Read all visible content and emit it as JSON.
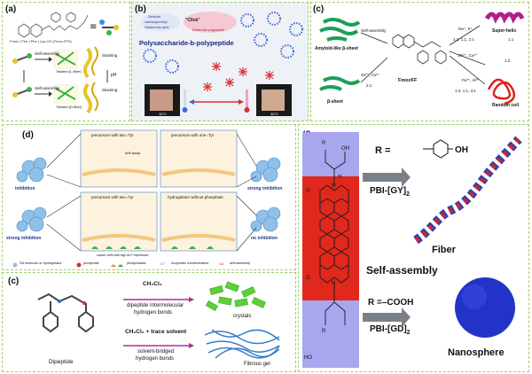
{
  "panel_a": {
    "label": "(a)",
    "chem_caption": "Fmoc | Phe | Phe | Lys-CH (Fmoc-FFK)",
    "row1_left": "Self-assembly",
    "row1_right": "Stacking",
    "row1_sub": "Twisted (L-fiber)",
    "row2_left": "Self-assembly",
    "row2_right": "Stacking",
    "row2_sub": "Twisted (D-fiber)",
    "mid_label": "pH"
  },
  "panel_b": {
    "label": "(b)",
    "title": "Polysaccharide-b-polypeptide",
    "click": "\"Click\"",
    "dextran": "Dextran",
    "carboxy": "carboxymethyl",
    "hyaluronic": "Hyaluronic acid",
    "elastin": "Elastin-like polypeptide",
    "temp_low": "15°C",
    "temp_high": "45°C"
  },
  "panel_c_top": {
    "label": "(c)",
    "center": "FmocFF",
    "amyloid": "Amyloid-like β-sheet",
    "self_assembly": "Self-assembly",
    "beta": "β-sheet",
    "ions1": "Na⁺, K⁺",
    "ratio1": "1:2, 1:1, 2:1",
    "ions2": "Zn²⁺, Cu²⁺",
    "ratio2": "1:2",
    "ions3": "Fe³⁺, Al³⁺",
    "ratio3": "1:3, 1:1, 3:1",
    "zn_left": "Zn²⁺, Cu²⁺",
    "ratio_left": "2:1",
    "superhelix": "Super-helix",
    "random": "Random coil",
    "r_11": "1:1"
  },
  "panel_d": {
    "label": "(d)",
    "box1": "precursors with two ˪Tyr",
    "box2": "precursors with one ˪Tyr",
    "box3": "precursors with two ˪Tyr",
    "box4": "hydrogelator without phosphate",
    "drift": "drift away",
    "cancer": "cancer cells with high ALP expression",
    "inhibition": "inhibition",
    "strong1": "strong inhibition",
    "strong2": "strong inhibition",
    "noinhib": "no inhibition",
    "legend": {
      "sa": "SA molecule or hydrogelator",
      "phosphate": "phosphate",
      "phosphatase": "phosphatase",
      "et": "enzymatic transformation",
      "self": "self-assembly",
      "et_sym": "ET",
      "sa_sym": "SA"
    }
  },
  "panel_e": {
    "label": "(c)",
    "solvent1": "CH₂Cl₂",
    "bond1a": "dipeptide Intermolecular",
    "bond1b": "hydrogen bonds",
    "crystals": "crystals",
    "solvent2": "CH₂Cl₂ + trace solvent",
    "bond2a": "solvent-bridged",
    "bond2b": "hydrogen bonds",
    "gel": "Fibrous gel",
    "dipeptide": "Dipeptide"
  },
  "panel_f": {
    "label": "(f)",
    "r1": "R =",
    "oh": "OH",
    "pbi1": "PBI-[GY]",
    "pbi1_sub": "2",
    "fiber": "Fiber",
    "self": "Self-assembly",
    "r2": "R =–COOH",
    "pbi2": "PBI-[GD]",
    "pbi2_sub": "2",
    "nano": "Nanosphere",
    "atom_o": "O",
    "atom_n": "N",
    "atom_h": "H",
    "atom_ho": "HO",
    "atom_oh": "OH",
    "atom_r": "R"
  },
  "colors": {
    "border": "#9ccf6a",
    "red_core": "#e0281c",
    "blue_side": "#a9a6f0",
    "helix_red": "#c8282a",
    "helix_blue": "#2a40b8",
    "sphere_blue": "#2233c8",
    "green_crystal": "#5ccf3a",
    "fiber_blue": "#3a7ec8",
    "purple_arrow": "#b02a9a"
  }
}
